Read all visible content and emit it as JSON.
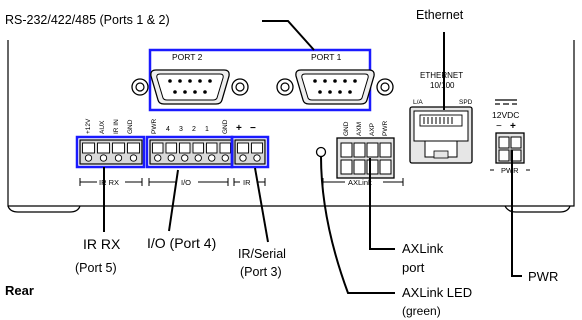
{
  "callouts": {
    "serial_ports": "RS-232/422/485 (Ports 1 & 2)",
    "ethernet": "Ethernet",
    "ir_rx_line1": "IR RX",
    "ir_rx_line2": "(Port 5)",
    "io": "I/O (Port 4)",
    "ir_serial_line1": "IR/Serial",
    "ir_serial_line2": "(Port 3)",
    "axlink_port_line1": "AXLink",
    "axlink_port_line2": "port",
    "axlink_led_line1": "AXLink LED",
    "axlink_led_line2": "(green)",
    "pwr": "PWR",
    "view": "Rear"
  },
  "panel": {
    "port2_label": "PORT 2",
    "port1_label": "PORT 1",
    "ethernet_label_line1": "ETHERNET",
    "ethernet_label_line2": "10/100",
    "la_label": "L/A",
    "spd_label": "SPD",
    "voltage_label": "12VDC",
    "polarity_minus": "−",
    "polarity_plus": "+",
    "ir_rx_pins": [
      "+12V",
      "AUX",
      "IR IN",
      "GND"
    ],
    "io_pins": [
      "PWR",
      "4",
      "3",
      "2",
      "1",
      "GND"
    ],
    "ir_pins": [
      "+",
      "−"
    ],
    "axlink_pins": [
      "GND",
      "AXM",
      "AXP",
      "PWR"
    ],
    "group_ir_rx": "IR RX",
    "group_io": "I/O",
    "group_ir": "IR",
    "group_axlink": "AXLink",
    "group_pwr": "PWR"
  },
  "colors": {
    "highlight": "#1a1aff",
    "panel_stroke": "#000000",
    "connector_fill": "#e6e6e6",
    "terminal_fill": "#d9d9d9"
  }
}
